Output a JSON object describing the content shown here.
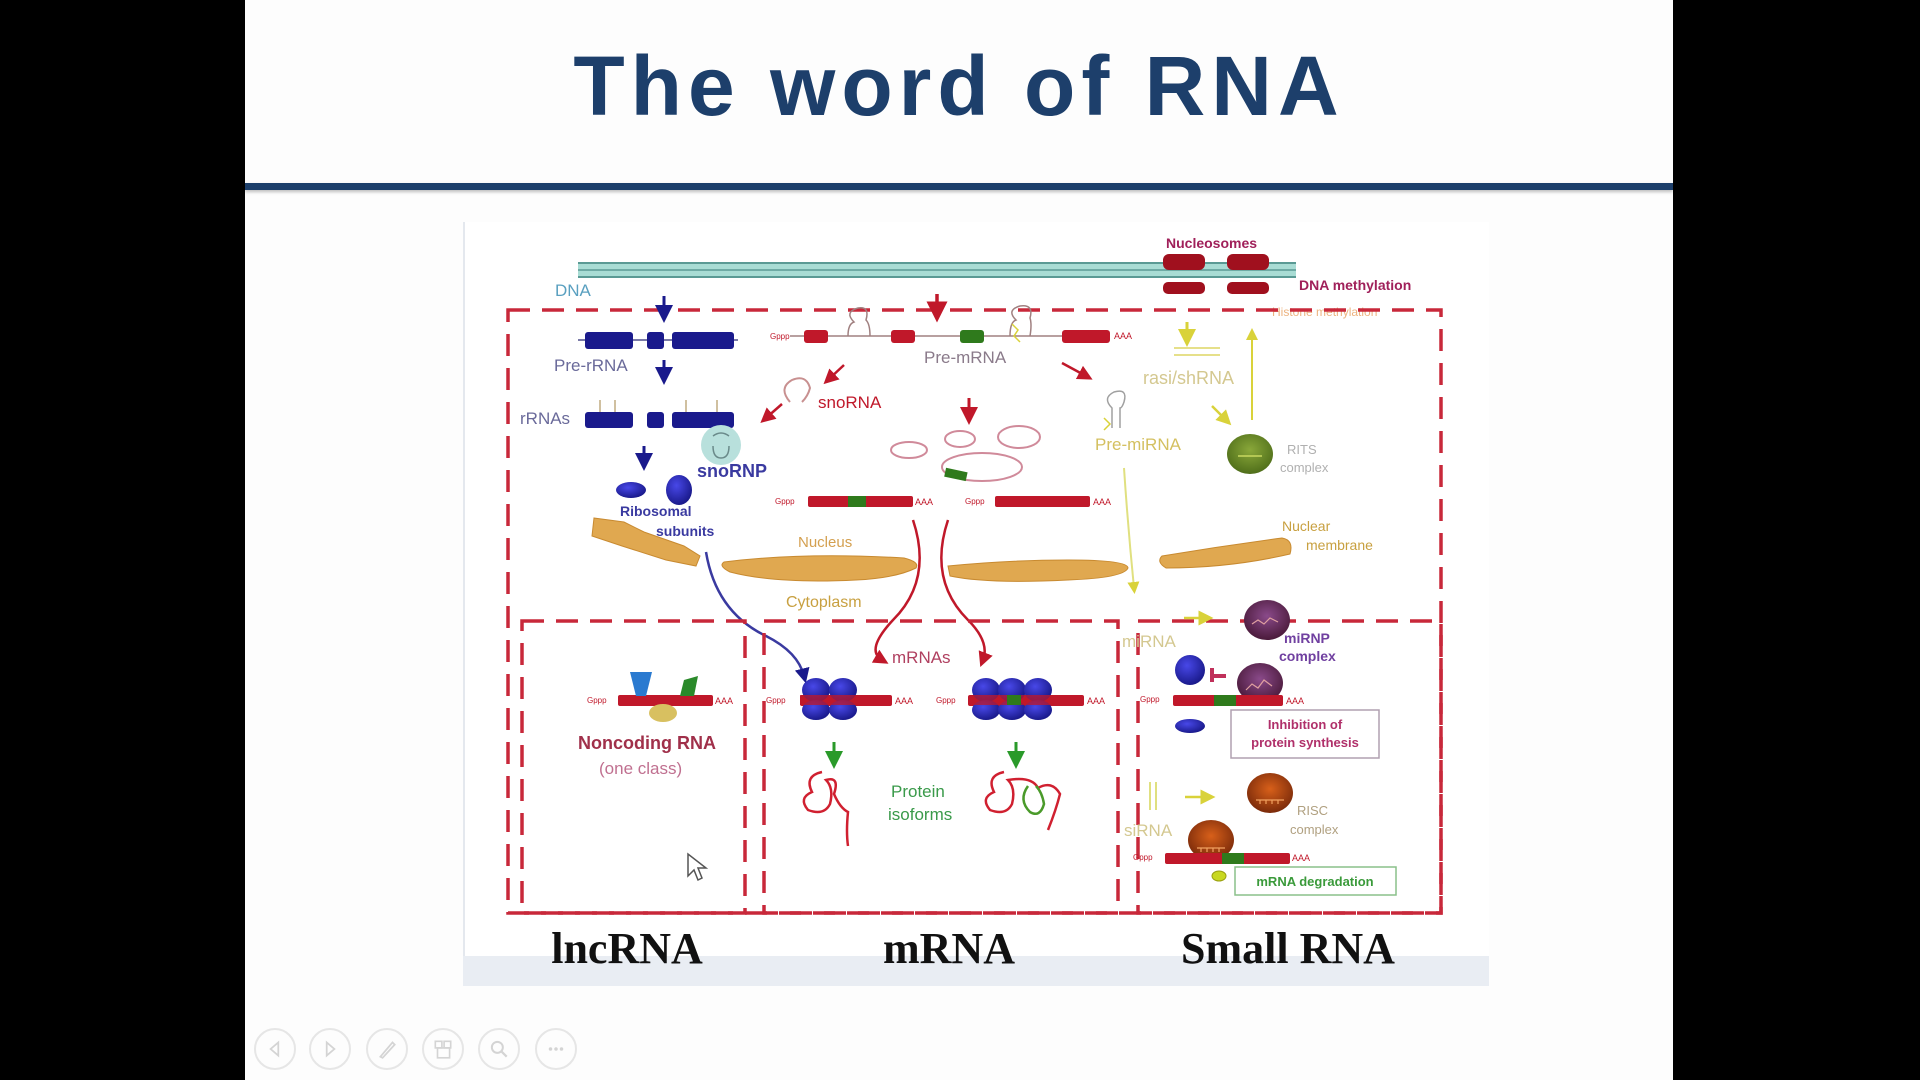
{
  "slide": {
    "title": "The word of RNA",
    "accent_color": "#1d3f6b"
  },
  "diagram": {
    "dna_label": "DNA",
    "nucleosomes_label": "Nucleosomes",
    "dna_methylation_label": "DNA methylation",
    "histone_methylation_label": "Histone methylation",
    "pre_rrna_label": "Pre-rRNA",
    "rrnas_label": "rRNAs",
    "snorna_label": "snoRNA",
    "snornp_label": "snoRNP",
    "ribosomal_subunits_label": [
      "Ribosomal",
      "subunits"
    ],
    "pre_mrna_label": "Pre-mRNA",
    "rasi_shrna_label": "rasi/shRNA",
    "pre_mirna_label": "Pre-miRNA",
    "rits_label": [
      "RITS",
      "complex"
    ],
    "nucleus_label": "Nucleus",
    "cytoplasm_label": "Cytoplasm",
    "nuclear_membrane_label": [
      "Nuclear",
      "membrane"
    ],
    "cap_label": "Gppp",
    "polya_label": "AAA",
    "mrnas_label": "mRNAs",
    "noncoding_label": "Noncoding RNA",
    "noncoding_sub": "(one class)",
    "protein_isoforms_label": [
      "Protein",
      "isoforms"
    ],
    "mirna_label": "miRNA",
    "mirnp_label": [
      "miRNP",
      "complex"
    ],
    "inhibition_label": [
      "Inhibition of",
      "protein synthesis"
    ],
    "sirna_label": "siRNA",
    "risc_label": [
      "RISC",
      "complex"
    ],
    "degradation_label": "mRNA degradation",
    "category_labels": [
      "lncRNA",
      "mRNA",
      "Small RNA"
    ]
  },
  "colors": {
    "rrna_blue": "#1a1a8c",
    "mrna_red": "#c0182a",
    "exon_green": "#2f7a1c",
    "dashed_box": "#c8283a",
    "membrane_tan": "#e0a850",
    "small_rna_yellow": "#d9d23a",
    "dna_teal": "#9fd4cc"
  },
  "toolbar": {
    "buttons": [
      "previous",
      "next",
      "pen",
      "slides",
      "zoom",
      "more"
    ]
  }
}
